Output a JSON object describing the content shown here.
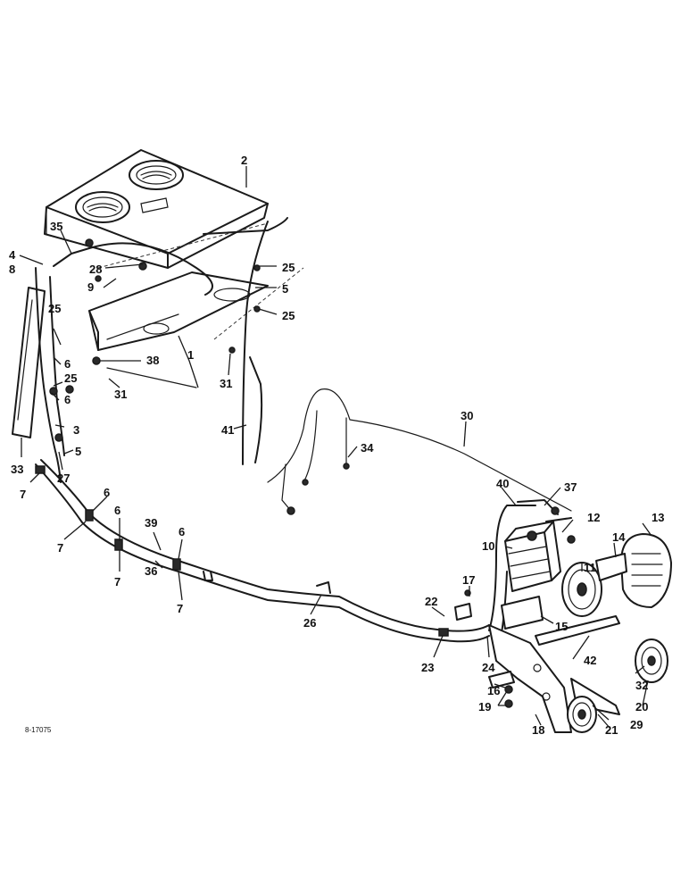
{
  "diagram": {
    "drawing_code": "8-17075",
    "callouts": [
      {
        "id": "c1",
        "label": "1"
      },
      {
        "id": "c2",
        "label": "2"
      },
      {
        "id": "c3",
        "label": "3"
      },
      {
        "id": "c4",
        "label": "4"
      },
      {
        "id": "c5a",
        "label": "5"
      },
      {
        "id": "c5b",
        "label": "5"
      },
      {
        "id": "c6a",
        "label": "6"
      },
      {
        "id": "c6b",
        "label": "6"
      },
      {
        "id": "c6c",
        "label": "6"
      },
      {
        "id": "c6d",
        "label": "6"
      },
      {
        "id": "c6e",
        "label": "6"
      },
      {
        "id": "c7a",
        "label": "7"
      },
      {
        "id": "c7b",
        "label": "7"
      },
      {
        "id": "c7c",
        "label": "7"
      },
      {
        "id": "c7d",
        "label": "7"
      },
      {
        "id": "c8",
        "label": "8"
      },
      {
        "id": "c9",
        "label": "9"
      },
      {
        "id": "c10",
        "label": "10"
      },
      {
        "id": "c11",
        "label": "11"
      },
      {
        "id": "c12",
        "label": "12"
      },
      {
        "id": "c13",
        "label": "13"
      },
      {
        "id": "c14",
        "label": "14"
      },
      {
        "id": "c15",
        "label": "15"
      },
      {
        "id": "c16",
        "label": "16"
      },
      {
        "id": "c17",
        "label": "17"
      },
      {
        "id": "c18",
        "label": "18"
      },
      {
        "id": "c19",
        "label": "19"
      },
      {
        "id": "c20",
        "label": "20"
      },
      {
        "id": "c21",
        "label": "21"
      },
      {
        "id": "c22",
        "label": "22"
      },
      {
        "id": "c23",
        "label": "23"
      },
      {
        "id": "c24",
        "label": "24"
      },
      {
        "id": "c25a",
        "label": "25"
      },
      {
        "id": "c25b",
        "label": "25"
      },
      {
        "id": "c25c",
        "label": "25"
      },
      {
        "id": "c25d",
        "label": "25"
      },
      {
        "id": "c26",
        "label": "26"
      },
      {
        "id": "c27",
        "label": "27"
      },
      {
        "id": "c28",
        "label": "28"
      },
      {
        "id": "c29",
        "label": "29"
      },
      {
        "id": "c30",
        "label": "30"
      },
      {
        "id": "c31a",
        "label": "31"
      },
      {
        "id": "c31b",
        "label": "31"
      },
      {
        "id": "c32",
        "label": "32"
      },
      {
        "id": "c33",
        "label": "33"
      },
      {
        "id": "c34",
        "label": "34"
      },
      {
        "id": "c35",
        "label": "35"
      },
      {
        "id": "c36",
        "label": "36"
      },
      {
        "id": "c37",
        "label": "37"
      },
      {
        "id": "c38",
        "label": "38"
      },
      {
        "id": "c39",
        "label": "39"
      },
      {
        "id": "c40",
        "label": "40"
      },
      {
        "id": "c41",
        "label": "41"
      },
      {
        "id": "c42",
        "label": "42"
      }
    ]
  }
}
